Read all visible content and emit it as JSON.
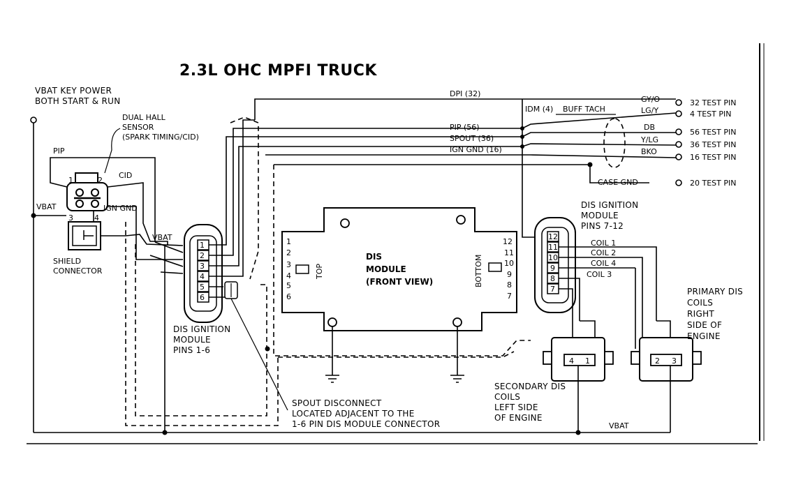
{
  "title": "2.3L OHC MPFI TRUCK",
  "vbat_key_power": [
    "VBAT KEY POWER",
    "BOTH START & RUN"
  ],
  "hall_sensor": {
    "label": [
      "DUAL HALL",
      "SENSOR",
      "(SPARK TIMING/CID)"
    ],
    "pip": "PIP",
    "cid": "CID",
    "vbat": "VBAT",
    "ign_gnd": "IGN  GND",
    "pins": [
      "1",
      "2",
      "3",
      "4"
    ]
  },
  "shield_connector": [
    "SHIELD",
    "CONNECTOR"
  ],
  "vbat_label": "VBAT",
  "module_left": {
    "pins": [
      "1",
      "2",
      "3",
      "4",
      "5",
      "6"
    ],
    "label": [
      "DIS IGNITION",
      "MODULE",
      "PINS 1-6"
    ]
  },
  "module_right": {
    "pins": [
      "12",
      "11",
      "10",
      "9",
      "8",
      "7"
    ],
    "label": [
      "DIS IGNITION",
      "MODULE",
      "PINS 7-12"
    ]
  },
  "dis_module": {
    "left_pins": [
      "1",
      "2",
      "3",
      "4",
      "5",
      "6"
    ],
    "right_pins": [
      "12",
      "11",
      "10",
      "9",
      "8",
      "7"
    ],
    "name": [
      "DIS",
      "MODULE",
      "(FRONT VIEW)"
    ],
    "top": "TOP",
    "bottom": "BOTTOM"
  },
  "signals": {
    "dpi": "DPI (32)",
    "idm": "IDM (4)",
    "buff_tach": "BUFF TACH",
    "pip": "PIP (56)",
    "spout": "SPOUT (36)",
    "ign_gnd": "IGN GND (16)"
  },
  "wire_colors": [
    "GY/O",
    "LG/Y",
    "DB",
    "Y/LG",
    "BKO"
  ],
  "test_pins": [
    "32 TEST PIN",
    "4 TEST PIN",
    "56 TEST PIN",
    "36 TEST PIN",
    "16 TEST PIN",
    "20 TEST PIN"
  ],
  "case_gnd": "CASE GND",
  "coils": [
    "COIL 1",
    "COIL 2",
    "COIL 4",
    "COIL 3"
  ],
  "primary_coils": [
    "PRIMARY DIS",
    "COILS",
    "RIGHT",
    "SIDE OF",
    "ENGINE"
  ],
  "secondary_coils": [
    "SECONDARY DIS",
    "COILS",
    "LEFT SIDE",
    "OF ENGINE"
  ],
  "coil_pins_left": [
    "4",
    "1"
  ],
  "coil_pins_right": [
    "2",
    "3"
  ],
  "vbat_bottom": "VBAT",
  "spout_note": [
    "SPOUT DISCONNECT",
    "LOCATED  ADJACENT TO THE",
    "1-6 PIN DIS  MODULE CONNECTOR"
  ]
}
